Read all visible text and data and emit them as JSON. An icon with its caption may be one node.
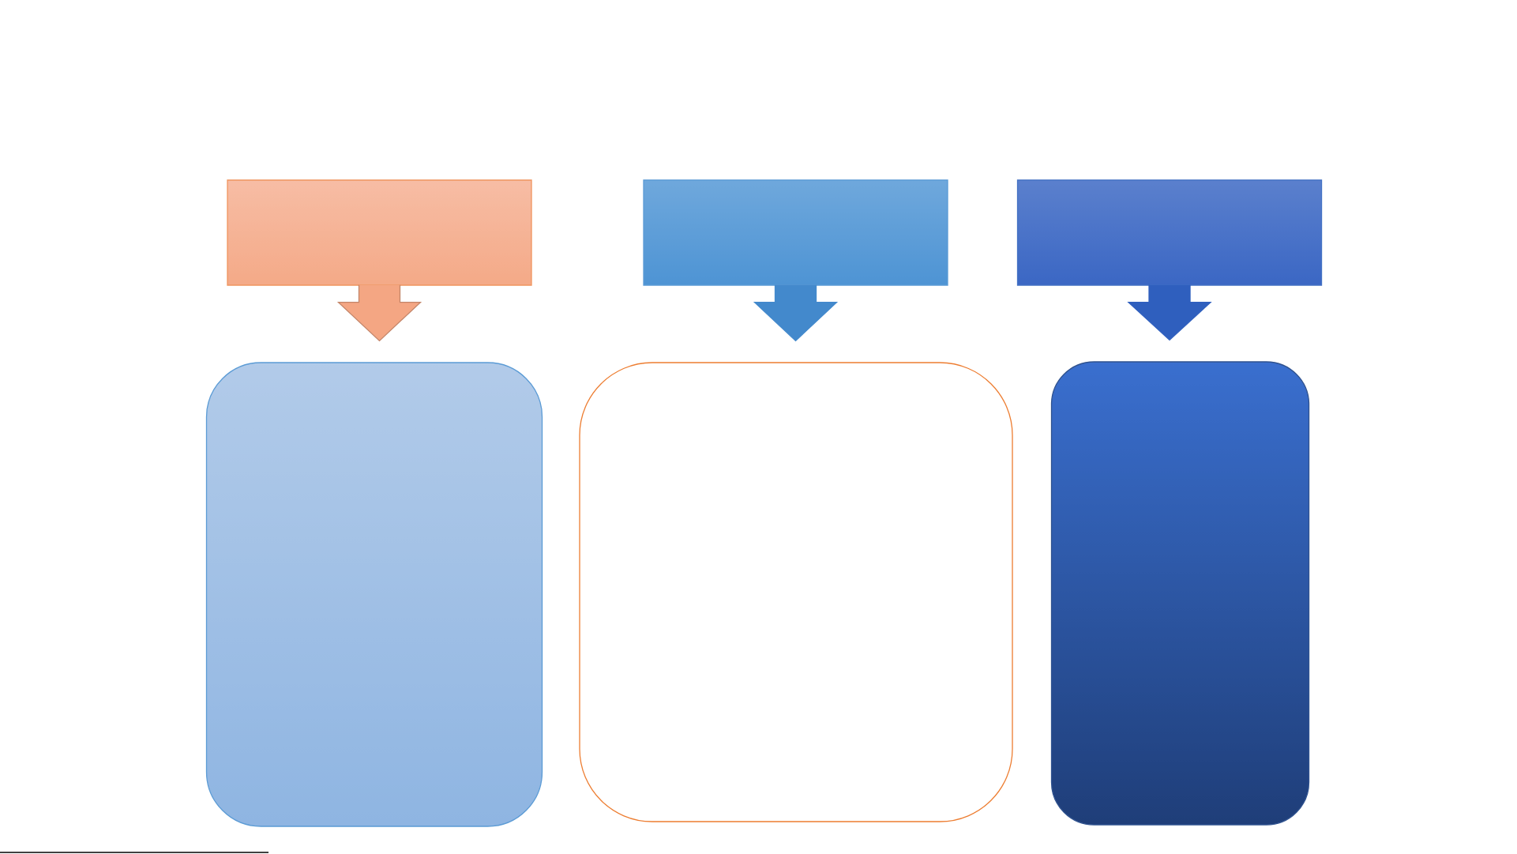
{
  "diagram": {
    "nodes": [
      {
        "text": [],
        "shape": "box"
      },
      {
        "text": [],
        "shape": "box"
      },
      {
        "text": [],
        "shape": "box"
      },
      {
        "text": [],
        "shape": "box"
      },
      {
        "text": [],
        "shape": "box"
      },
      {
        "text": [],
        "shape": "box"
      }
    ],
    "edges": [
      {
        "from": 0,
        "to": 3,
        "arrow": "to",
        "color": "#f4a683"
      },
      {
        "from": 1,
        "to": 4,
        "arrow": "to",
        "color": "#4389cc"
      },
      {
        "from": 2,
        "to": 5,
        "arrow": "to",
        "color": "#2f5fbe"
      }
    ]
  }
}
